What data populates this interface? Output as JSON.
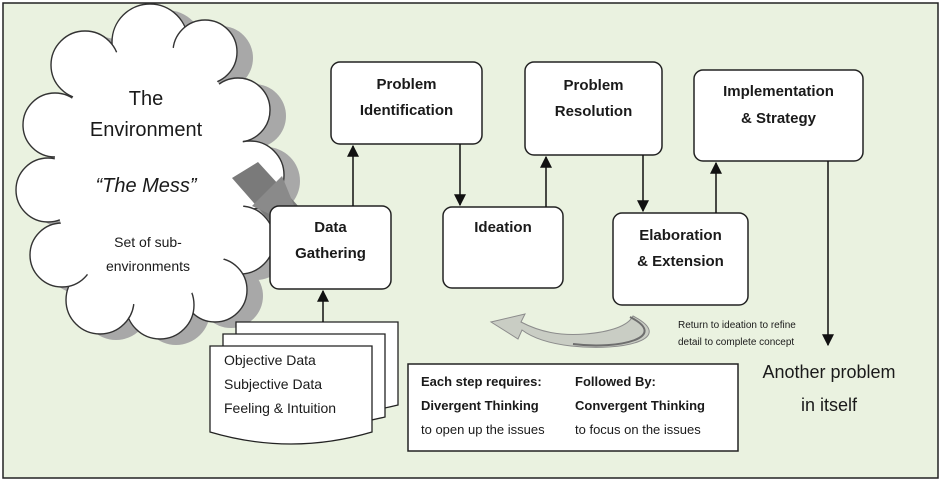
{
  "cloud": {
    "title_line1": "The",
    "title_line2": "Environment",
    "subtitle": "“The Mess”",
    "note_line1": "Set of sub-",
    "note_line2": "environments"
  },
  "steps": {
    "data_gathering": {
      "line1": "Data",
      "line2": "Gathering"
    },
    "problem_identification": {
      "line1": "Problem",
      "line2": "Identification"
    },
    "ideation": {
      "line1": "Ideation"
    },
    "problem_resolution": {
      "line1": "Problem",
      "line2": "Resolution"
    },
    "elaboration": {
      "line1": "Elaboration",
      "line2": "& Extension"
    },
    "implementation": {
      "line1": "Implementation",
      "line2": "& Strategy"
    }
  },
  "documents": {
    "line1": "Objective Data",
    "line2": "Subjective Data",
    "line3": "Feeling & Intuition"
  },
  "return_note": {
    "line1": "Return to ideation to refine",
    "line2": "detail to complete concept"
  },
  "outcome": {
    "line1": "Another problem",
    "line2": "in itself"
  },
  "thinking_box": {
    "col1_header": "Each step requires:",
    "col1_mode": "Divergent Thinking",
    "col1_desc": "to open up the issues",
    "col2_header": "Followed By:",
    "col2_mode": "Convergent Thinking",
    "col2_desc": "to focus on the issues"
  },
  "colors": {
    "background": "#eaf2e0",
    "border": "#222222",
    "box_fill": "#ffffff",
    "shadow": "#9a9a9a"
  }
}
